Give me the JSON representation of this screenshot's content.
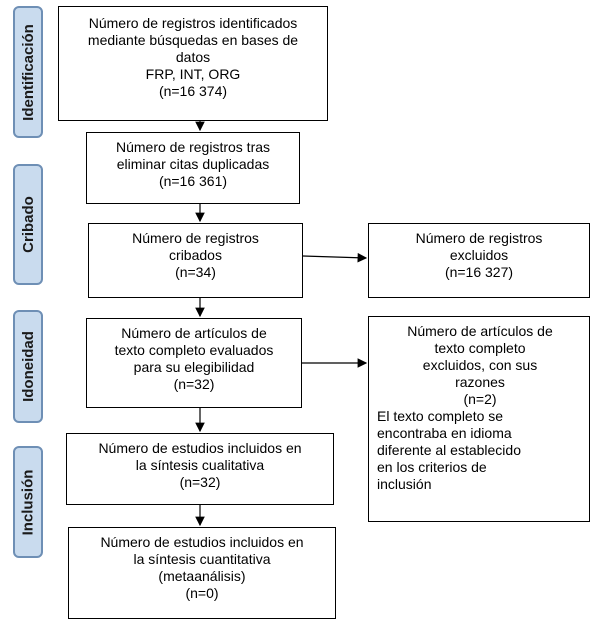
{
  "stages": {
    "identification": "Identificación",
    "screening": "Cribado",
    "eligibility": "Idoneidad",
    "inclusion": "Inclusión"
  },
  "boxes": {
    "identified": {
      "lines": [
        "Número de registros identificados",
        "mediante búsquedas en bases de",
        "datos",
        "FRP, INT, ORG",
        "(n=16 374)"
      ]
    },
    "deduplicated": {
      "lines": [
        "Número de registros tras",
        "eliminar citas duplicadas",
        "(n=16 361)"
      ]
    },
    "screened": {
      "lines": [
        "Número de registros",
        "cribados",
        "(n=34)"
      ]
    },
    "excluded_records": {
      "lines": [
        "Número de registros",
        "excluidos",
        "(n=16 327)"
      ]
    },
    "fulltext_assessed": {
      "lines": [
        "Número de artículos de",
        "texto completo evaluados",
        "para su elegibilidad",
        "(n=32)"
      ]
    },
    "fulltext_excluded": {
      "lines": [
        "Número de artículos de",
        "texto completo",
        "excluidos, con sus",
        "razones",
        "(n=2)"
      ],
      "reason_lines": [
        "El texto completo se",
        "encontraba en idioma",
        "diferente al establecido",
        "en los criterios de",
        "inclusión"
      ]
    },
    "qualitative": {
      "lines": [
        "Número de estudios incluidos en",
        "la síntesis cualitativa",
        "(n=32)"
      ]
    },
    "quantitative": {
      "lines": [
        "Número de estudios incluidos en",
        "la síntesis cuantitativa",
        "(metaanálisis)",
        "(n=0)"
      ]
    }
  }
}
